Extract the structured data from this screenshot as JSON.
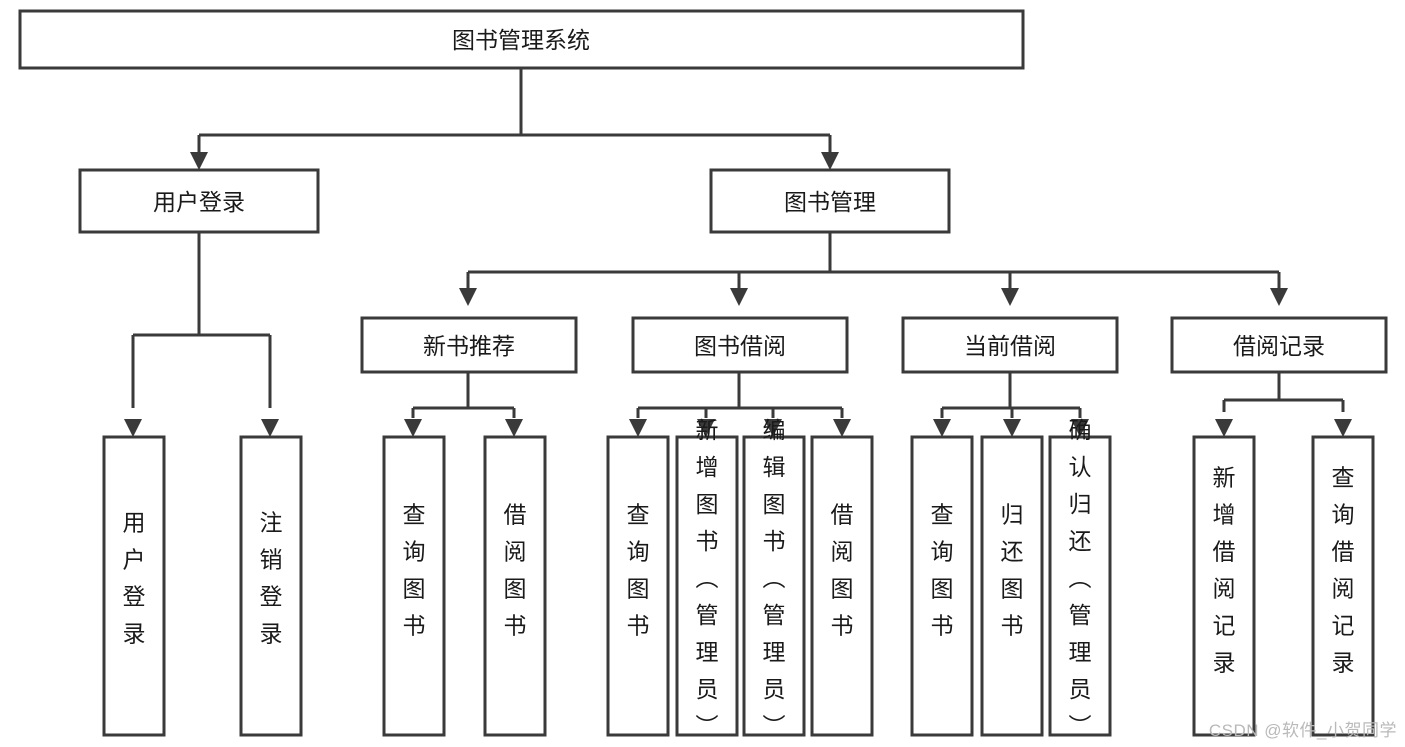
{
  "diagram": {
    "type": "tree",
    "title": "图书管理系统",
    "orientation": "top-down",
    "root": {
      "id": "root",
      "label": "图书管理系统",
      "text_orientation": "horizontal"
    },
    "level2": [
      {
        "id": "user-login",
        "label": "用户登录",
        "text_orientation": "horizontal"
      },
      {
        "id": "book-manage",
        "label": "图书管理",
        "text_orientation": "horizontal"
      }
    ],
    "level3": [
      {
        "id": "new-book-recommend",
        "label": "新书推荐",
        "parent": "book-manage",
        "text_orientation": "horizontal"
      },
      {
        "id": "book-borrow",
        "label": "图书借阅",
        "parent": "book-manage",
        "text_orientation": "horizontal"
      },
      {
        "id": "current-borrow",
        "label": "当前借阅",
        "parent": "book-manage",
        "text_orientation": "horizontal"
      },
      {
        "id": "borrow-record",
        "label": "借阅记录",
        "parent": "book-manage",
        "text_orientation": "horizontal"
      }
    ],
    "leaves": [
      {
        "id": "leaf-user-login",
        "label": "用户登录",
        "parent": "user-login",
        "text_orientation": "vertical"
      },
      {
        "id": "leaf-logout-login",
        "label": "注销登录",
        "parent": "user-login",
        "text_orientation": "vertical"
      },
      {
        "id": "leaf-query-book-1",
        "label": "查询图书",
        "parent": "new-book-recommend",
        "text_orientation": "vertical"
      },
      {
        "id": "leaf-borrow-book-1",
        "label": "借阅图书",
        "parent": "new-book-recommend",
        "text_orientation": "vertical"
      },
      {
        "id": "leaf-query-book-2",
        "label": "查询图书",
        "parent": "book-borrow",
        "text_orientation": "vertical"
      },
      {
        "id": "leaf-add-book",
        "label": "新增图书（管理员）",
        "parent": "book-borrow",
        "text_orientation": "vertical"
      },
      {
        "id": "leaf-edit-book",
        "label": "编辑图书（管理员）",
        "parent": "book-borrow",
        "text_orientation": "vertical"
      },
      {
        "id": "leaf-borrow-book-2",
        "label": "借阅图书",
        "parent": "book-borrow",
        "text_orientation": "vertical"
      },
      {
        "id": "leaf-query-book-3",
        "label": "查询图书",
        "parent": "current-borrow",
        "text_orientation": "vertical"
      },
      {
        "id": "leaf-return-book",
        "label": "归还图书",
        "parent": "current-borrow",
        "text_orientation": "vertical"
      },
      {
        "id": "leaf-confirm-return",
        "label": "确认归还（管理员）",
        "parent": "current-borrow",
        "text_orientation": "vertical"
      },
      {
        "id": "leaf-add-record",
        "label": "新增借阅记录",
        "parent": "borrow-record",
        "text_orientation": "vertical"
      },
      {
        "id": "leaf-query-record",
        "label": "查询借阅记录",
        "parent": "borrow-record",
        "text_orientation": "vertical"
      }
    ],
    "colors": {
      "box_fill": "#ffffff",
      "box_stroke": "#3a3a3a",
      "connector": "#3a3a3a",
      "text": "#1a1a1a",
      "background": "#ffffff",
      "watermark": "#b9b9b9"
    }
  },
  "watermark": {
    "text": "CSDN @软件_小贺同学"
  }
}
